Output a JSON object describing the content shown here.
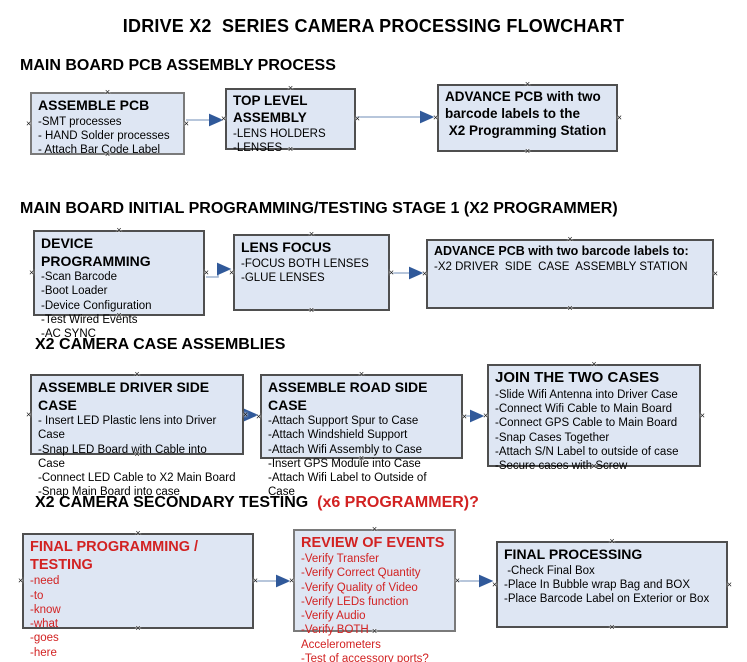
{
  "title": "IDRIVE X2  SERIES CAMERA PROCESSING FLOWCHART",
  "colors": {
    "box_fill": "#dee6f3",
    "box_border": "#4f4f4f",
    "arrow_line": "#9fb3cf",
    "arrow_head": "#30599a",
    "red": "#d22222"
  },
  "sections": [
    {
      "header": "MAIN BOARD PCB ASSEMBLY PROCESS",
      "boxes": [
        {
          "title": "ASSEMBLE PCB",
          "items": [
            "-SMT processes",
            "- HAND Solder processes",
            "- Attach Bar Code Label"
          ]
        },
        {
          "title": "TOP LEVEL ASSEMBLY",
          "items": [
            "-LENS HOLDERS",
            "-LENSES"
          ]
        },
        {
          "title": "ADVANCE PCB with two\nbarcode labels to the\n X2 Programming Station",
          "items": []
        }
      ]
    },
    {
      "header": "MAIN BOARD INITIAL PROGRAMMING/TESTING STAGE 1 (X2 PROGRAMMER)",
      "boxes": [
        {
          "title": "DEVICE PROGRAMMING",
          "items": [
            "-Scan Barcode",
            "-Boot Loader",
            "-Device Configuration",
            "-Test Wired Events",
            "-AC SYNC"
          ]
        },
        {
          "title": "LENS FOCUS",
          "items": [
            "-FOCUS BOTH LENSES",
            "-GLUE LENSES"
          ]
        },
        {
          "title": "ADVANCE PCB with two barcode labels to:",
          "items": [
            "-X2 DRIVER  SIDE  CASE  ASSEMBLY STATION"
          ]
        }
      ]
    },
    {
      "header": "X2 CAMERA CASE ASSEMBLIES",
      "boxes": [
        {
          "title": "ASSEMBLE DRIVER SIDE CASE",
          "items": [
            "- Insert LED Plastic lens into Driver Case",
            "-Snap LED Board with Cable into Case",
            "-Connect LED Cable to X2 Main Board",
            "-Snap Main Board into case"
          ]
        },
        {
          "title": "ASSEMBLE ROAD SIDE CASE",
          "items": [
            "-Attach Support Spur to Case",
            "-Attach Windshield Support",
            "-Attach Wifi Assembly to Case",
            "-Insert GPS Module into Case",
            "-Attach Wifi Label to Outside of Case"
          ]
        },
        {
          "title": "JOIN THE TWO CASES",
          "items": [
            "-Slide Wifi Antenna into Driver Case",
            "-Connect Wifi Cable to Main Board",
            "-Connect GPS Cable to Main Board",
            "-Snap Cases Together",
            "-Attach S/N Label to outside of case",
            "-Secure cases with Screw"
          ]
        }
      ]
    },
    {
      "header": "X2 CAMERA SECONDARY TESTING",
      "header_red": "  (x6 PROGRAMMER)?",
      "boxes": [
        {
          "title": "FINAL PROGRAMMING / TESTING",
          "items": [
            "-need",
            "-to",
            "-know",
            "-what",
            "-goes",
            "-here"
          ]
        },
        {
          "title": "REVIEW OF EVENTS",
          "items": [
            "-Verify Transfer",
            "-Verify Correct Quantity",
            "-Verify Quality of Video",
            "-Verify LEDs function",
            "-Verify Audio",
            "-Verify BOTH Accelerometers",
            "-Test of accessory ports?"
          ]
        },
        {
          "title": "FINAL PROCESSING",
          "items": [
            " -Check Final Box",
            "-Place In Bubble wrap Bag and BOX",
            "-Place Barcode Label on Exterior or Box"
          ]
        }
      ]
    }
  ]
}
